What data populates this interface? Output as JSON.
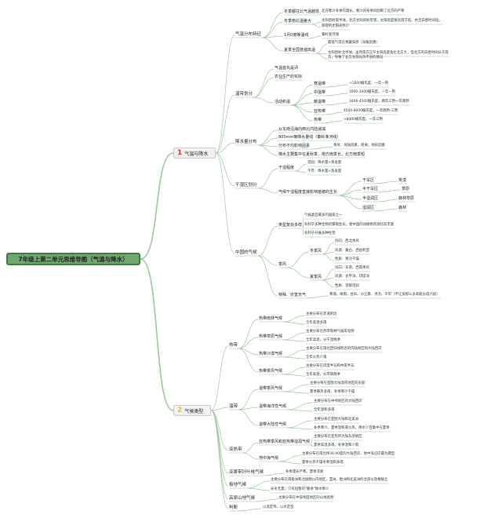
{
  "root": {
    "title": "7年级上第二单元思维导图（气温与降水）"
  },
  "colors": {
    "line": "#9cc89a",
    "root_fill": "#6ea86c",
    "branch1_num": "#e03030",
    "branch2_num": "#e8c020"
  },
  "branches": [
    {
      "num": "1",
      "label": "气温与降水"
    },
    {
      "num": "2",
      "label": "气候类型"
    }
  ],
  "nodes": [
    {
      "id": "a1",
      "t": "气温分布特征"
    },
    {
      "id": "a1a",
      "t": "冬季都往北气温越低"
    },
    {
      "id": "a1a1",
      "t": "北方寒冷冬季的漫长，寒冷的冬季风刮断了北方的严寒"
    },
    {
      "id": "a1b",
      "t": "冬季南北温差大"
    },
    {
      "id": "a1b1",
      "t": "太阳直射南半球，北方太阳斜射厉害，太阳高度角比南方低，并且白昼时间短，"
    },
    {
      "id": "a1b2",
      "t": "获得的太阳光热少"
    },
    {
      "id": "a1c",
      "t": "1月0度等温线"
    },
    {
      "id": "a1c1",
      "t": "秦岭淮河线"
    },
    {
      "id": "a1d",
      "t": "夏季全国普遍高温"
    },
    {
      "id": "a1d1",
      "t": "最低气温在青藏高原（海拔因素）"
    },
    {
      "id": "a1d2",
      "t": "太阳直射北半球，虽然南方正午太阳高度角比北方大，但北方的白昼时间长于南"
    },
    {
      "id": "a1d3",
      "t": "方，导致了北方太阳光热不逊的情况"
    },
    {
      "id": "a2",
      "t": "温带划分"
    },
    {
      "id": "a2a",
      "t": "气温首先是评"
    },
    {
      "id": "a2b",
      "t": "农业生产的实际"
    },
    {
      "id": "a2c",
      "t": "活动积温"
    },
    {
      "id": "a2c1",
      "t": "寒温带"
    },
    {
      "id": "a2c1v",
      "t": "<1600摄氏度，一年一熟"
    },
    {
      "id": "a2c2",
      "t": "中温带"
    },
    {
      "id": "a2c2v",
      "t": "1600-3400摄氏度，一年一熟"
    },
    {
      "id": "a2c3",
      "t": "暖温带"
    },
    {
      "id": "a2c3v",
      "t": "3400-4500摄氏度，两年三熟一年两熟"
    },
    {
      "id": "a2c4",
      "t": "亚热带"
    },
    {
      "id": "a2c4v",
      "t": "4500-8000摄氏度，一年两熟-三熟"
    },
    {
      "id": "a2c5",
      "t": "热带"
    },
    {
      "id": "a2c5v",
      "t": ">8000摄氏度，一年三熟"
    },
    {
      "id": "a3",
      "t": "降水量分布"
    },
    {
      "id": "a3a",
      "t": "从东南沿海向西北内陆递减"
    },
    {
      "id": "a3b",
      "t": "800mm等降水量线（秦岭淮河线）"
    },
    {
      "id": "a3c",
      "t": "分布不均影响因素"
    },
    {
      "id": "a3c1",
      "t": "季风：海陆因素，距离；地形因素"
    },
    {
      "id": "a3d",
      "t": "降水主要集中在夏秋季，南方雨季长，北方雨季短"
    },
    {
      "id": "a4",
      "t": "干湿区划分"
    },
    {
      "id": "a4a",
      "t": "干湿程度"
    },
    {
      "id": "a4a1",
      "t": "湿润：降水量>蒸发量"
    },
    {
      "id": "a4a2",
      "t": "干旱：降水量<蒸发量"
    },
    {
      "id": "a4b",
      "t": "气候干湿程度直接影响植被的生长"
    },
    {
      "id": "a4b1",
      "t": "干旱区"
    },
    {
      "id": "a4b1v",
      "t": "荒漠"
    },
    {
      "id": "a4b2",
      "t": "半干旱区"
    },
    {
      "id": "a4b2v",
      "t": "草原"
    },
    {
      "id": "a4b3",
      "t": "半湿润区"
    },
    {
      "id": "a4b3v",
      "t": "森林草原"
    },
    {
      "id": "a4b4",
      "t": "湿润区"
    },
    {
      "id": "a4b4v",
      "t": "森林"
    },
    {
      "id": "a5",
      "t": "中国的气候"
    },
    {
      "id": "a5a",
      "t": "类型复杂多样"
    },
    {
      "id": "a5a1",
      "t": "气候类型最多的国家之一"
    },
    {
      "id": "a5a2",
      "t": "有利于多种生物的繁殖生长，使中国的动植物资源比较丰富"
    },
    {
      "id": "a5a3",
      "t": "有利于开展多种经营"
    },
    {
      "id": "a5b",
      "t": "季风"
    },
    {
      "id": "a5b1",
      "t": "冬季风"
    },
    {
      "id": "a5b1a",
      "t": "风向：西北季风"
    },
    {
      "id": "a5b1b",
      "t": "风源：蒙古、西伯利亚"
    },
    {
      "id": "a5b1c",
      "t": "性质：寒冷干燥"
    },
    {
      "id": "a5b2",
      "t": "夏季风"
    },
    {
      "id": "a5b2a",
      "t": "风向：东南、西南季风"
    },
    {
      "id": "a5b2b",
      "t": "风源：太平洋、印度洋"
    },
    {
      "id": "a5b2c",
      "t": "性质：温暖湿润"
    },
    {
      "id": "a5c",
      "t": "特殊、灾害天气"
    },
    {
      "id": "a5c1",
      "t": "寒潮、梅雨、台风、沙尘暴、洪涝、干旱（不让加那么多未能分成六段）"
    },
    {
      "id": "b1",
      "t": "热带"
    },
    {
      "id": "b1a",
      "t": "热带雨林气候"
    },
    {
      "id": "b1a1",
      "t": "主要分布在赤道附近"
    },
    {
      "id": "b1a2",
      "t": "全年高温多雨"
    },
    {
      "id": "b1b",
      "t": "热带草原气候"
    },
    {
      "id": "b1b1",
      "t": "主要分布在热带雨林气候南北侧"
    },
    {
      "id": "b1b2",
      "t": "全年高温，分干湿两季"
    },
    {
      "id": "b1c",
      "t": "热带沙漠气候"
    },
    {
      "id": "b1c1",
      "t": "主要分布在南北回归线附近的内陆地区和大陆西岸"
    },
    {
      "id": "b1c2",
      "t": "全年炎热少雨"
    },
    {
      "id": "b1d",
      "t": "热带季风气候"
    },
    {
      "id": "b1d1",
      "t": "主要分布在印度半岛和中南半岛"
    },
    {
      "id": "b1d2",
      "t": "全年高温，分旱雨两季"
    },
    {
      "id": "b2",
      "t": "温带"
    },
    {
      "id": "b2a",
      "t": "温带季风气候"
    },
    {
      "id": "b2a1",
      "t": "主要分布在亚欧大陆温带地区的东部"
    },
    {
      "id": "b2a2",
      "t": "夏季暖热多雨，冬季寒冷干燥"
    },
    {
      "id": "b2b",
      "t": "温带海洋性气候"
    },
    {
      "id": "b2b1",
      "t": "主要分布在中纬地区的大陆西岸"
    },
    {
      "id": "b2b2",
      "t": "全年温和多雨"
    },
    {
      "id": "b2c",
      "t": "温带大陆性气候"
    },
    {
      "id": "b2c1",
      "t": "主要分布在亚欧大陆和北美洲"
    },
    {
      "id": "b2c2",
      "t": "冬季寒冷，夏季温和或炎热，降水少且集中在夏季"
    },
    {
      "id": "b3",
      "t": "亚热带"
    },
    {
      "id": "b3a",
      "t": "亚热带季风和亚热带湿润气候"
    },
    {
      "id": "b3a1",
      "t": "主要分布在亚热带大陆东部地区"
    },
    {
      "id": "b3a2",
      "t": "夏季高温多雨，冬季温和少雨"
    },
    {
      "id": "b3b",
      "t": "地中海气候"
    },
    {
      "id": "b3b1",
      "t": "主要分布在南北纬30-40度的大陆西岸，地中海沿岸最为典型"
    },
    {
      "id": "b3b2",
      "t": "夏季炎热干燥冬季温和多雨"
    },
    {
      "id": "b4",
      "t": "亚寒带针叶林气候"
    },
    {
      "id": "b4a",
      "t": "冬季漫长严寒，夏季凉爽"
    },
    {
      "id": "b5",
      "t": "极地气候"
    },
    {
      "id": "b5a",
      "t": "主要分布在南极洲和北极圈以内地区，亚洲、欧洲和北美洲的北部以及格陵兰"
    },
    {
      "id": "b5b",
      "t": "长冬无夏，只有短暂的\"暖季\"降水稀少"
    },
    {
      "id": "b6",
      "t": "高原山地气候"
    },
    {
      "id": "b6a",
      "t": "主要分布在中低纬度地区的山地高原"
    },
    {
      "id": "b7",
      "t": "判断"
    },
    {
      "id": "b7a",
      "t": "以温定带，以水定型"
    }
  ]
}
